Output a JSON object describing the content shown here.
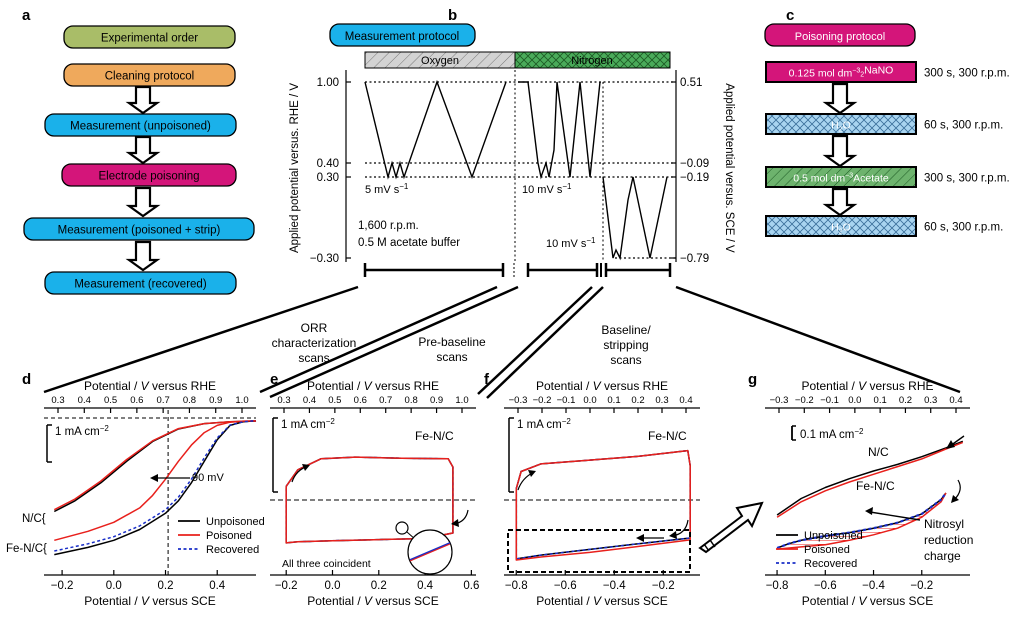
{
  "panel_letters": {
    "a": "a",
    "b": "b",
    "c": "c",
    "d": "d",
    "e": "e",
    "f": "f",
    "g": "g"
  },
  "colors": {
    "experimental": "#a9bd68",
    "cleaning": "#efa95c",
    "measurement": "#1ab1ea",
    "poisoning": "#d4157a",
    "h2o": "#a8d4f0",
    "acetate": "#6db36d",
    "oxygen": "#d3d3d3",
    "nitrogen": "#4aab5a",
    "unpoisoned": "#000000",
    "poisoned": "#e8201c",
    "recovered": "#1a2fc8",
    "nitrosyl": "#e8201c"
  },
  "panel_a": {
    "boxes": [
      "Experimental order",
      "Cleaning protocol",
      "Measurement (unpoisoned)",
      "Electrode poisoning",
      "Measurement (poisoned + strip)",
      "Measurement (recovered)"
    ]
  },
  "panel_b": {
    "title": "Measurement protocol",
    "band_oxygen": "Oxygen",
    "band_nitrogen": "Nitrogen",
    "y_left_label": "Applied potential  versus. RHE / V",
    "y_right_label": "Applied potential versus. SCE / V",
    "left_ticks": [
      "1.00",
      "0.40",
      "0.30",
      "−0.30"
    ],
    "right_ticks": [
      "0.51",
      "−0.09",
      "−0.19",
      "−0.79"
    ],
    "rate1": "5 mV s",
    "rate2": "10 mV s",
    "rate3": "10 mV s",
    "rate_exp": "−1",
    "conditions1": "1,600 r.p.m.",
    "conditions2": "0.5 M acetate buffer"
  },
  "panel_c": {
    "title": "Poisoning protocol",
    "steps": [
      {
        "label_main": "0.125 mol dm",
        "label_exp": "−3",
        "label_tail": "NaNO",
        "label_sub": "2",
        "condition": "300 s, 300 r.p.m."
      },
      {
        "label_main": "H",
        "label_sub": "2",
        "label_tail": "O",
        "condition": "60 s, 300 r.p.m."
      },
      {
        "label_main": "0.5 mol dm",
        "label_exp": "−3",
        "label_tail": "Acetate",
        "condition": "300 s, 300 r.p.m."
      },
      {
        "label_main": "H",
        "label_sub": "2",
        "label_tail": "O",
        "condition": "60 s, 300 r.p.m."
      }
    ]
  },
  "scan_labels": {
    "orr": [
      "ORR",
      "characterization",
      "scans"
    ],
    "prebaseline": [
      "Pre-baseline",
      "scans"
    ],
    "baseline": [
      "Baseline/",
      "stripping",
      "scans"
    ]
  },
  "axis_text": {
    "top_prefix": "Potential / ",
    "top_var": "V",
    "top_suffix": " versus RHE",
    "bottom_prefix": "Potential / ",
    "bottom_var": "V",
    "bottom_suffix": " versus SCE"
  },
  "chart_data": [
    {
      "panel": "d",
      "type": "line",
      "top_ticks": [
        "0.3",
        "0.4",
        "0.5",
        "0.6",
        "0.7",
        "0.8",
        "0.9",
        "1.0"
      ],
      "bottom_ticks": [
        "−0.2",
        "0.0",
        "0.2",
        "0.4"
      ],
      "xlim": [
        -0.27,
        0.55
      ],
      "scale_bar": "1 mA cm",
      "scale_exp": "−2",
      "annotation": "90 mV",
      "group_labels": [
        "N/C{",
        "Fe-N/C{"
      ],
      "legend": [
        "Unpoisoned",
        "Poisoned",
        "Recovered"
      ],
      "series": [
        {
          "name": "Unpoisoned",
          "group": "N/C",
          "x": [
            -0.23,
            -0.15,
            -0.05,
            0.05,
            0.15,
            0.25,
            0.35,
            0.45,
            0.55
          ],
          "y": [
            -2.55,
            -2.25,
            -1.75,
            -1.15,
            -0.6,
            -0.25,
            -0.1,
            -0.05,
            -0.03
          ]
        },
        {
          "name": "Poisoned",
          "group": "N/C",
          "x": [
            -0.23,
            -0.15,
            -0.05,
            0.05,
            0.15,
            0.25,
            0.35,
            0.45,
            0.55
          ],
          "y": [
            -2.5,
            -2.2,
            -1.7,
            -1.1,
            -0.58,
            -0.24,
            -0.1,
            -0.05,
            -0.03
          ]
        },
        {
          "name": "Unpoisoned",
          "group": "Fe-N/C",
          "x": [
            -0.23,
            -0.1,
            0.0,
            0.1,
            0.2,
            0.25,
            0.3,
            0.35,
            0.4,
            0.45,
            0.5,
            0.55
          ],
          "y": [
            -3.75,
            -3.55,
            -3.35,
            -3.05,
            -2.6,
            -2.25,
            -1.75,
            -1.15,
            -0.55,
            -0.15,
            -0.05,
            -0.02
          ]
        },
        {
          "name": "Poisoned",
          "group": "Fe-N/C",
          "x": [
            -0.23,
            -0.1,
            0.0,
            0.1,
            0.15,
            0.2,
            0.25,
            0.3,
            0.35,
            0.4,
            0.45,
            0.5,
            0.55
          ],
          "y": [
            -3.35,
            -3.1,
            -2.85,
            -2.45,
            -2.1,
            -1.65,
            -1.15,
            -0.7,
            -0.35,
            -0.15,
            -0.06,
            -0.03,
            -0.02
          ]
        },
        {
          "name": "Recovered",
          "group": "Fe-N/C",
          "x": [
            -0.23,
            -0.1,
            0.0,
            0.1,
            0.2,
            0.25,
            0.3,
            0.35,
            0.4,
            0.45,
            0.5,
            0.55
          ],
          "y": [
            -3.65,
            -3.45,
            -3.25,
            -2.95,
            -2.5,
            -2.15,
            -1.65,
            -1.05,
            -0.5,
            -0.14,
            -0.05,
            -0.02
          ]
        }
      ]
    },
    {
      "panel": "e",
      "type": "line",
      "top_ticks": [
        "0.3",
        "0.4",
        "0.5",
        "0.6",
        "0.7",
        "0.8",
        "0.9",
        "1.0"
      ],
      "bottom_ticks": [
        "−0.2",
        "0.0",
        "0.2",
        "0.4",
        "0.6"
      ],
      "xlim": [
        -0.27,
        0.62
      ],
      "scale_bar": "1 mA cm",
      "scale_exp": "−2",
      "material": "Fe-N/C",
      "note": "All three coincident",
      "series": [
        {
          "name": "Unpoisoned",
          "x": [
            -0.2,
            -0.15,
            -0.05,
            0.1,
            0.3,
            0.5,
            0.52,
            0.52,
            0.4,
            0.2,
            0.0,
            -0.15,
            -0.2,
            -0.2
          ],
          "y": [
            0.25,
            0.55,
            0.75,
            0.78,
            0.76,
            0.75,
            0.6,
            -0.6,
            -0.7,
            -0.72,
            -0.74,
            -0.76,
            -0.78,
            0.25
          ]
        },
        {
          "name": "Poisoned",
          "x": [
            -0.2,
            -0.15,
            -0.05,
            0.1,
            0.3,
            0.5,
            0.52,
            0.52,
            0.4,
            0.2,
            0.0,
            -0.15,
            -0.2,
            -0.2
          ],
          "y": [
            0.25,
            0.55,
            0.75,
            0.78,
            0.76,
            0.75,
            0.6,
            -0.6,
            -0.7,
            -0.72,
            -0.74,
            -0.76,
            -0.78,
            0.25
          ]
        },
        {
          "name": "Recovered",
          "x": [
            -0.2,
            -0.15,
            -0.05,
            0.1,
            0.3,
            0.5,
            0.52,
            0.52,
            0.4,
            0.2,
            0.0,
            -0.15,
            -0.2,
            -0.2
          ],
          "y": [
            0.25,
            0.55,
            0.75,
            0.78,
            0.76,
            0.75,
            0.6,
            -0.6,
            -0.7,
            -0.72,
            -0.74,
            -0.76,
            -0.78,
            0.25
          ]
        }
      ]
    },
    {
      "panel": "f",
      "type": "line",
      "top_ticks": [
        "−0.3",
        "−0.2",
        "−0.1",
        "0.0",
        "0.1",
        "0.2",
        "0.3",
        "0.4"
      ],
      "bottom_ticks": [
        "−0.8",
        "−0.6",
        "−0.4",
        "−0.2"
      ],
      "xlim": [
        -0.85,
        -0.05
      ],
      "scale_bar": "1 mA cm",
      "scale_exp": "−2",
      "material": "Fe-N/C",
      "series": [
        {
          "name": "Unpoisoned",
          "x": [
            -0.8,
            -0.78,
            -0.7,
            -0.5,
            -0.3,
            -0.1,
            -0.09,
            -0.09,
            -0.3,
            -0.5,
            -0.7,
            -0.8,
            -0.8
          ],
          "y": [
            0.3,
            0.75,
            0.95,
            1.05,
            1.15,
            1.3,
            0.9,
            -1.0,
            -1.15,
            -1.3,
            -1.45,
            -1.55,
            0.3
          ]
        },
        {
          "name": "Poisoned",
          "x": [
            -0.8,
            -0.78,
            -0.7,
            -0.5,
            -0.3,
            -0.1,
            -0.09,
            -0.09,
            -0.3,
            -0.5,
            -0.7,
            -0.8,
            -0.8
          ],
          "y": [
            0.3,
            0.75,
            0.95,
            1.05,
            1.15,
            1.3,
            0.9,
            -1.05,
            -1.22,
            -1.38,
            -1.5,
            -1.58,
            0.3
          ]
        },
        {
          "name": "Recovered",
          "x": [
            -0.8,
            -0.78,
            -0.7,
            -0.5,
            -0.3,
            -0.1,
            -0.09,
            -0.09,
            -0.3,
            -0.5,
            -0.7,
            -0.8,
            -0.8
          ],
          "y": [
            0.3,
            0.75,
            0.95,
            1.05,
            1.15,
            1.3,
            0.9,
            -1.0,
            -1.15,
            -1.3,
            -1.45,
            -1.55,
            0.3
          ]
        }
      ]
    },
    {
      "panel": "g",
      "type": "line",
      "top_ticks": [
        "−0.3",
        "−0.2",
        "−0.1",
        "0.0",
        "0.1",
        "0.2",
        "0.3",
        "0.4"
      ],
      "bottom_ticks": [
        "−0.8",
        "−0.6",
        "−0.4",
        "−0.2"
      ],
      "xlim": [
        -0.85,
        0.0
      ],
      "scale_bar": "0.1 mA cm",
      "scale_exp": "−2",
      "labels": [
        "N/C",
        "Fe-N/C",
        "Nitrosyl",
        "reduction",
        "charge"
      ],
      "legend": [
        "Unpoisoned",
        "Poisoned",
        "Recovered"
      ],
      "series": [
        {
          "name": "Unpoisoned",
          "group": "N/C",
          "x": [
            -0.8,
            -0.7,
            -0.6,
            -0.5,
            -0.4,
            -0.3,
            -0.2,
            -0.1,
            -0.03
          ],
          "y": [
            -0.7,
            -0.55,
            -0.45,
            -0.37,
            -0.3,
            -0.24,
            -0.17,
            -0.09,
            -0.03
          ]
        },
        {
          "name": "Poisoned",
          "group": "N/C",
          "x": [
            -0.8,
            -0.7,
            -0.6,
            -0.5,
            -0.4,
            -0.3,
            -0.2,
            -0.1,
            -0.03
          ],
          "y": [
            -0.72,
            -0.58,
            -0.48,
            -0.4,
            -0.33,
            -0.26,
            -0.19,
            -0.1,
            -0.04
          ]
        },
        {
          "name": "Unpoisoned",
          "group": "Fe-N/C",
          "x": [
            -0.8,
            -0.75,
            -0.7,
            -0.6,
            -0.5,
            -0.4,
            -0.3,
            -0.2,
            -0.12,
            -0.1
          ],
          "y": [
            -1.0,
            -0.96,
            -0.93,
            -0.89,
            -0.86,
            -0.82,
            -0.77,
            -0.69,
            -0.56,
            -0.5
          ]
        },
        {
          "name": "Poisoned",
          "group": "Fe-N/C",
          "x": [
            -0.8,
            -0.75,
            -0.7,
            -0.6,
            -0.5,
            -0.4,
            -0.3,
            -0.2,
            -0.12,
            -0.1
          ],
          "y": [
            -1.01,
            -1.0,
            -0.99,
            -0.97,
            -0.93,
            -0.88,
            -0.82,
            -0.72,
            -0.58,
            -0.5
          ]
        },
        {
          "name": "Recovered",
          "group": "Fe-N/C",
          "x": [
            -0.8,
            -0.75,
            -0.7,
            -0.6,
            -0.5,
            -0.4,
            -0.3,
            -0.2,
            -0.12,
            -0.1
          ],
          "y": [
            -1.0,
            -0.96,
            -0.93,
            -0.89,
            -0.86,
            -0.82,
            -0.77,
            -0.69,
            -0.56,
            -0.5
          ]
        }
      ]
    }
  ]
}
